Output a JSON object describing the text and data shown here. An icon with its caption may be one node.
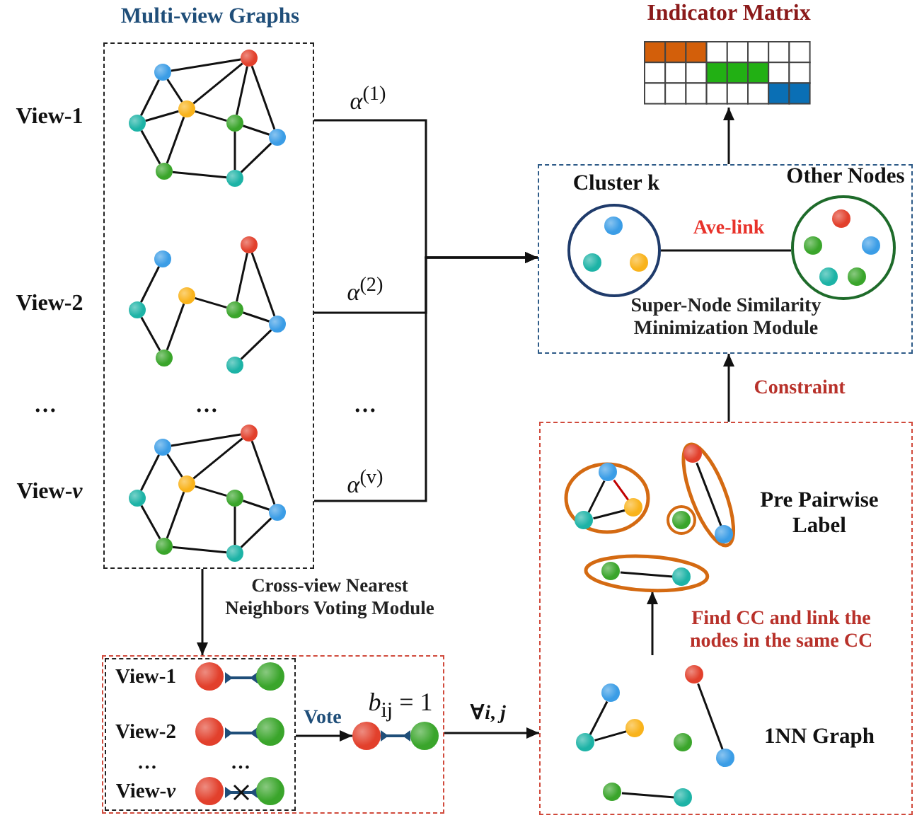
{
  "diagram": {
    "nodes": [
      {
        "text": [
          "Multi-view Graphs"
        ]
      },
      {
        "text": [],
        "shape": "circle",
        "in": 0
      },
      {
        "text": [],
        "shape": "circle",
        "in": 0
      },
      {
        "text": [],
        "shape": "circle",
        "in": 0
      },
      {
        "text": [],
        "shape": "circle",
        "in": 0
      },
      {
        "text": [],
        "shape": "circle",
        "in": 0
      },
      {
        "text": [],
        "shape": "circle",
        "in": 0
      },
      {
        "text": [],
        "shape": "circle",
        "in": 0
      },
      {
        "text": [],
        "shape": "circle",
        "in": 0
      },
      {
        "text": [],
        "shape": "circle",
        "in": 0
      },
      {
        "text": [],
        "shape": "circle",
        "in": 0
      },
      {
        "text": [],
        "shape": "circle",
        "in": 0
      },
      {
        "text": [],
        "shape": "circle",
        "in": 0
      },
      {
        "text": [],
        "shape": "circle",
        "in": 0
      },
      {
        "text": [],
        "shape": "circle",
        "in": 0
      },
      {
        "text": [],
        "shape": "circle",
        "in": 0
      },
      {
        "text": [],
        "shape": "circle",
        "in": 0
      },
      {
        "text": [],
        "shape": "circle",
        "in": 0
      },
      {
        "text": [],
        "shape": "circle",
        "in": 0
      },
      {
        "text": [],
        "shape": "circle",
        "in": 0
      },
      {
        "text": [],
        "shape": "circle",
        "in": 0
      },
      {
        "text": [],
        "shape": "circle",
        "in": 0
      },
      {
        "text": [],
        "shape": "circle",
        "in": 0
      },
      {
        "text": [],
        "shape": "circle",
        "in": 0
      },
      {
        "text": [],
        "shape": "circle",
        "in": 0
      },
      {
        "text": [
          "Indicator Matrix"
        ]
      },
      {
        "text": [
          "Super-Node Similarity Minimization Module"
        ]
      },
      {
        "text": [
          "Cluster k"
        ],
        "in": 26
      },
      {
        "text": [],
        "shape": "circle",
        "in": 27
      },
      {
        "text": [],
        "shape": "circle",
        "in": 27
      },
      {
        "text": [],
        "shape": "circle",
        "in": 27
      },
      {
        "text": [
          "Other Nodes"
        ],
        "in": 26
      },
      {
        "text": [],
        "shape": "circle",
        "in": 31
      },
      {
        "text": [],
        "shape": "circle",
        "in": 31
      },
      {
        "text": [],
        "shape": "circle",
        "in": 31
      },
      {
        "text": [],
        "shape": "circle",
        "in": 31
      },
      {
        "text": [],
        "shape": "circle",
        "in": 31
      },
      {
        "text": [],
        "shape": "box"
      },
      {
        "text": [],
        "shape": "ellipse",
        "in": 37
      },
      {
        "text": [],
        "shape": "circle",
        "in": 38
      },
      {
        "text": [],
        "shape": "circle",
        "in": 38
      },
      {
        "text": [],
        "shape": "circle",
        "in": 38
      },
      {
        "text": [],
        "shape": "circle",
        "in": 37
      },
      {
        "text": [],
        "shape": "circle",
        "in": 42
      },
      {
        "text": [],
        "shape": "ellipse",
        "in": 37
      },
      {
        "text": [],
        "shape": "circle",
        "in": 44
      },
      {
        "text": [],
        "shape": "circle",
        "in": 44
      },
      {
        "text": [],
        "shape": "ellipse",
        "in": 37
      },
      {
        "text": [],
        "shape": "circle",
        "in": 47
      },
      {
        "text": [],
        "shape": "circle",
        "in": 47
      },
      {
        "text": [],
        "shape": "circle",
        "in": 37
      },
      {
        "text": [],
        "shape": "circle",
        "in": 37
      },
      {
        "text": [],
        "shape": "circle",
        "in": 37
      },
      {
        "text": [],
        "shape": "circle",
        "in": 37
      },
      {
        "text": [],
        "shape": "circle",
        "in": 37
      },
      {
        "text": [],
        "shape": "circle",
        "in": 37
      },
      {
        "text": [],
        "shape": "circle",
        "in": 37
      },
      {
        "text": [],
        "shape": "circle",
        "in": 37
      },
      {
        "text": [
          "Cross-view Nearest Neighbors Voting Module"
        ]
      },
      {
        "text": [],
        "shape": "box",
        "in": 58
      },
      {
        "text": [],
        "shape": "circle",
        "in": 59
      },
      {
        "text": [],
        "shape": "circle",
        "in": 59
      },
      {
        "text": [],
        "shape": "circle",
        "in": 59
      },
      {
        "text": [],
        "shape": "circle",
        "in": 59
      },
      {
        "text": [],
        "shape": "circle",
        "in": 59
      },
      {
        "text": [],
        "shape": "circle",
        "in": 59
      },
      {
        "text": [],
        "shape": "circle",
        "in": 58
      },
      {
        "text": [],
        "shape": "circle",
        "in": 58
      }
    ],
    "edges": [
      {
        "from": 1,
        "to": 2,
        "arrow": "none"
      },
      {
        "from": 1,
        "to": 3,
        "arrow": "none"
      },
      {
        "from": 1,
        "to": 4,
        "arrow": "none"
      },
      {
        "from": 2,
        "to": 3,
        "arrow": "none"
      },
      {
        "from": 2,
        "to": 5,
        "arrow": "none"
      },
      {
        "from": 2,
        "to": 6,
        "arrow": "none"
      },
      {
        "from": 3,
        "to": 4,
        "arrow": "none"
      },
      {
        "from": 3,
        "to": 5,
        "arrow": "none"
      },
      {
        "from": 3,
        "to": 7,
        "arrow": "none"
      },
      {
        "from": 4,
        "to": 7,
        "arrow": "none"
      },
      {
        "from": 5,
        "to": 6,
        "arrow": "none"
      },
      {
        "from": 5,
        "to": 8,
        "arrow": "none"
      },
      {
        "from": 7,
        "to": 8,
        "arrow": "none"
      },
      {
        "from": 6,
        "to": 8,
        "arrow": "none"
      },
      {
        "from": 9,
        "to": 12,
        "arrow": "none"
      },
      {
        "from": 10,
        "to": 13,
        "arrow": "none"
      },
      {
        "from": 10,
        "to": 14,
        "arrow": "none"
      },
      {
        "from": 11,
        "to": 13,
        "arrow": "none"
      },
      {
        "from": 11,
        "to": 15,
        "arrow": "none"
      },
      {
        "from": 12,
        "to": 15,
        "arrow": "none"
      },
      {
        "from": 13,
        "to": 14,
        "arrow": "none"
      },
      {
        "from": 14,
        "to": 16,
        "arrow": "none"
      },
      {
        "from": 17,
        "to": 18,
        "arrow": "none"
      },
      {
        "from": 17,
        "to": 19,
        "arrow": "none"
      },
      {
        "from": 17,
        "to": 20,
        "arrow": "none"
      },
      {
        "from": 18,
        "to": 19,
        "arrow": "none"
      },
      {
        "from": 18,
        "to": 22,
        "arrow": "none"
      },
      {
        "from": 19,
        "to": 21,
        "arrow": "none"
      },
      {
        "from": 19,
        "to": 23,
        "arrow": "none"
      },
      {
        "from": 20,
        "to": 23,
        "arrow": "none"
      },
      {
        "from": 21,
        "to": 22,
        "arrow": "none"
      },
      {
        "from": 21,
        "to": 24,
        "arrow": "none"
      },
      {
        "from": 23,
        "to": 24,
        "arrow": "none"
      },
      {
        "from": 22,
        "to": 24,
        "arrow": "none"
      },
      {
        "from": 0,
        "to": 26,
        "arrow": "to",
        "label": "*α*$^{(1)}$"
      },
      {
        "from": 0,
        "to": 26,
        "arrow": "to",
        "label": "*α*$^{(2)}$"
      },
      {
        "from": 0,
        "to": 26,
        "arrow": "to",
        "label": "*α*$^{(v)}$"
      },
      {
        "from": 0,
        "to": 58,
        "arrow": "to"
      },
      {
        "from": 26,
        "to": 25,
        "arrow": "to"
      },
      {
        "from": 27,
        "to": 31,
        "arrow": "none",
        "label": "Ave-link"
      },
      {
        "from": 37,
        "to": 26,
        "arrow": "to",
        "label": "Constraint"
      },
      {
        "from": 39,
        "to": 41,
        "arrow": "none"
      },
      {
        "from": 39,
        "to": 40,
        "arrow": "none",
        "color": "#c00000"
      },
      {
        "from": 41,
        "to": 40,
        "arrow": "none"
      },
      {
        "from": 45,
        "to": 46,
        "arrow": "none"
      },
      {
        "from": 48,
        "to": 49,
        "arrow": "none"
      },
      {
        "from": 50,
        "to": 52,
        "arrow": "none"
      },
      {
        "from": 52,
        "to": 51,
        "arrow": "none"
      },
      {
        "from": 54,
        "to": 55,
        "arrow": "none"
      },
      {
        "from": 56,
        "to": 57,
        "arrow": "none"
      },
      {
        "from": null,
        "to": 47,
        "arrow": "to",
        "label": "Find CC and link the nodes in the same CC"
      },
      {
        "from": 60,
        "to": 61,
        "arrow": "other",
        "color": "#1f4e79"
      },
      {
        "from": 62,
        "to": 63,
        "arrow": "other",
        "color": "#1f4e79"
      },
      {
        "from": 64,
        "to": 65,
        "arrow": "other",
        "color": "#1f4e79"
      },
      {
        "from": 59,
        "to": 66,
        "arrow": "to",
        "label": "Vote"
      },
      {
        "from": 66,
        "to": 67,
        "arrow": "other",
        "color": "#1f4e79"
      },
      {
        "from": 58,
        "to": 37,
        "arrow": "to",
        "label": "∀*i*, *j*"
      }
    ],
    "labels": [
      "View-1",
      "View-2",
      "…",
      "…",
      "View-*v*",
      "…",
      "Pre Pairwise Label",
      "1NN Graph",
      "View-1",
      "View-2",
      "…",
      "…",
      "View-*v*",
      "*b*$_{ij}$ = 1"
    ]
  }
}
